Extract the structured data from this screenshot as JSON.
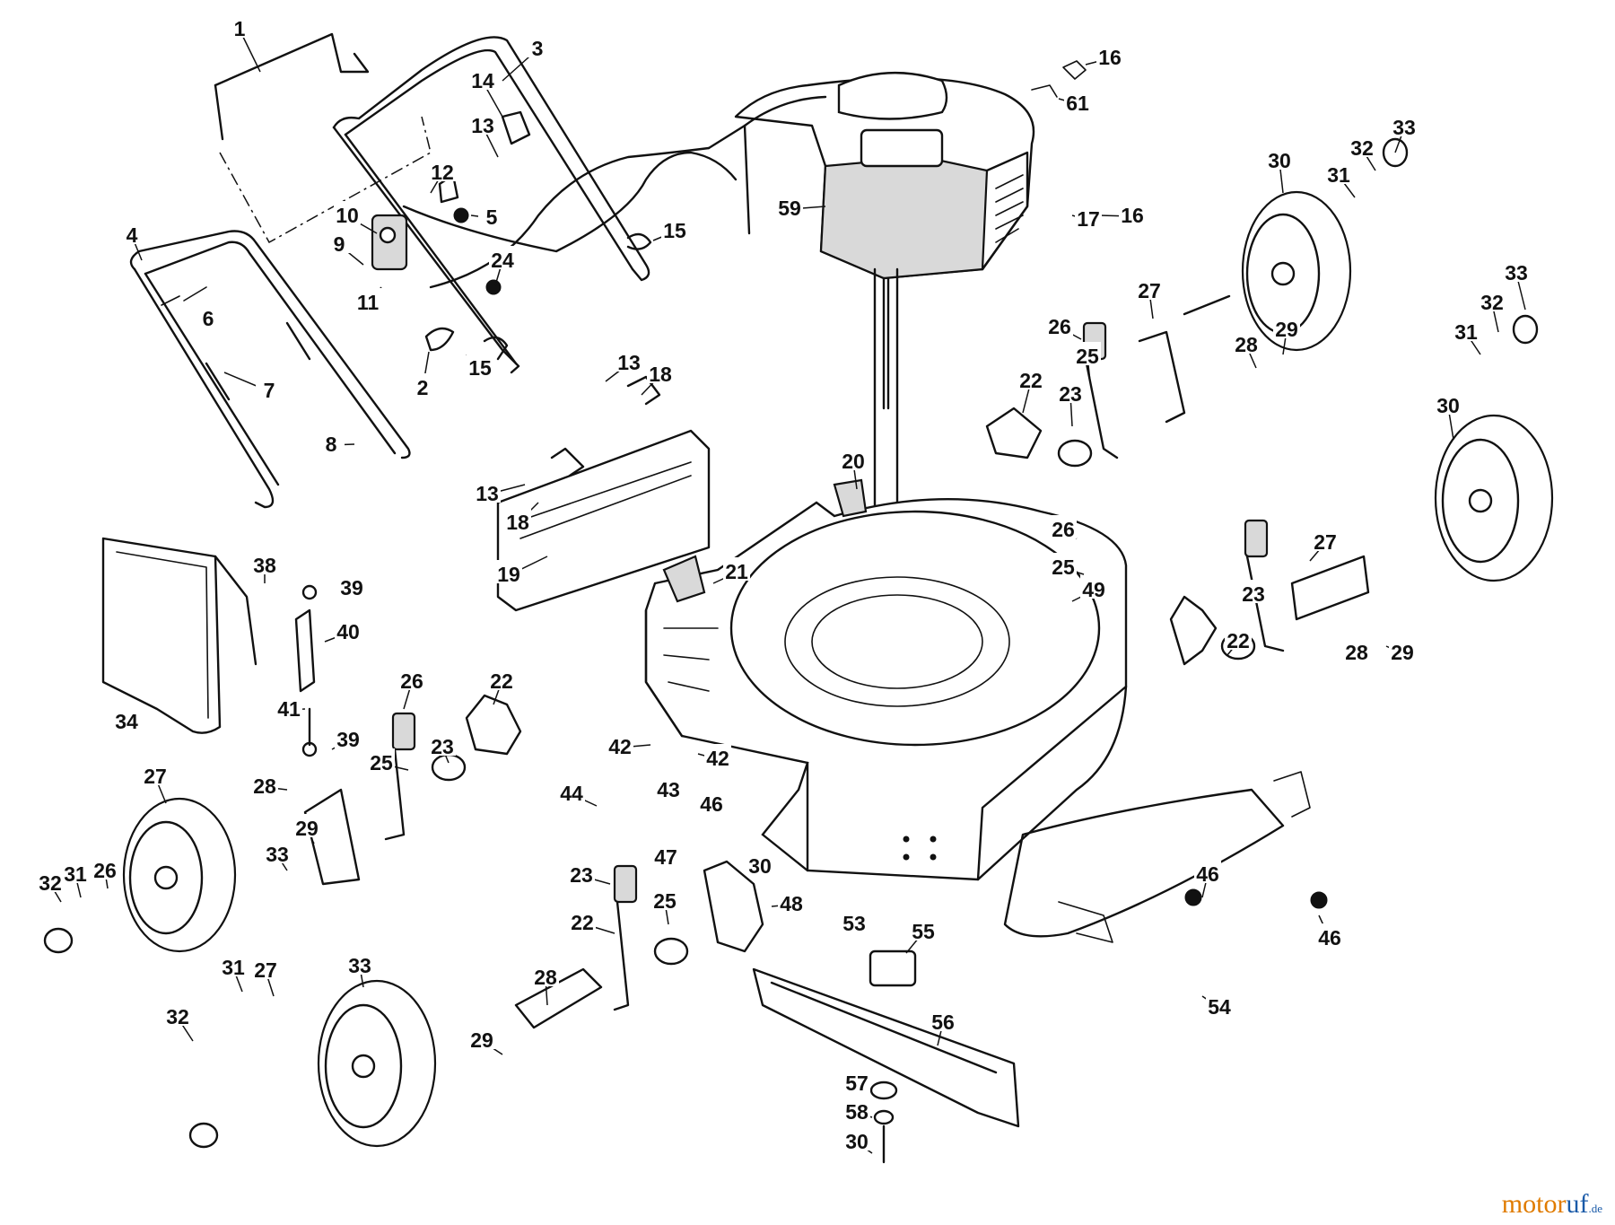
{
  "watermark": {
    "part1": "motor",
    "part2": "uf",
    "suffix": ".de"
  },
  "labels": [
    "1",
    "3",
    "14",
    "13",
    "12",
    "5",
    "10",
    "9",
    "11",
    "24",
    "15",
    "2",
    "15",
    "4",
    "6",
    "7",
    "8",
    "16",
    "61",
    "59",
    "16",
    "17",
    "33",
    "32",
    "31",
    "30",
    "27",
    "26",
    "25",
    "28",
    "29",
    "22",
    "23",
    "33",
    "32",
    "31",
    "30",
    "13",
    "18",
    "13",
    "18",
    "19",
    "20",
    "21",
    "49",
    "26",
    "25",
    "27",
    "22",
    "23",
    "28",
    "29",
    "38",
    "39",
    "40",
    "34",
    "41",
    "39",
    "26",
    "22",
    "25",
    "23",
    "42",
    "42",
    "44",
    "43",
    "46",
    "47",
    "30",
    "27",
    "28",
    "29",
    "33",
    "32",
    "31",
    "26",
    "23",
    "25",
    "22",
    "48",
    "53",
    "46",
    "46",
    "54",
    "55",
    "56",
    "57",
    "58",
    "30",
    "33",
    "32",
    "31",
    "27",
    "28",
    "29"
  ]
}
